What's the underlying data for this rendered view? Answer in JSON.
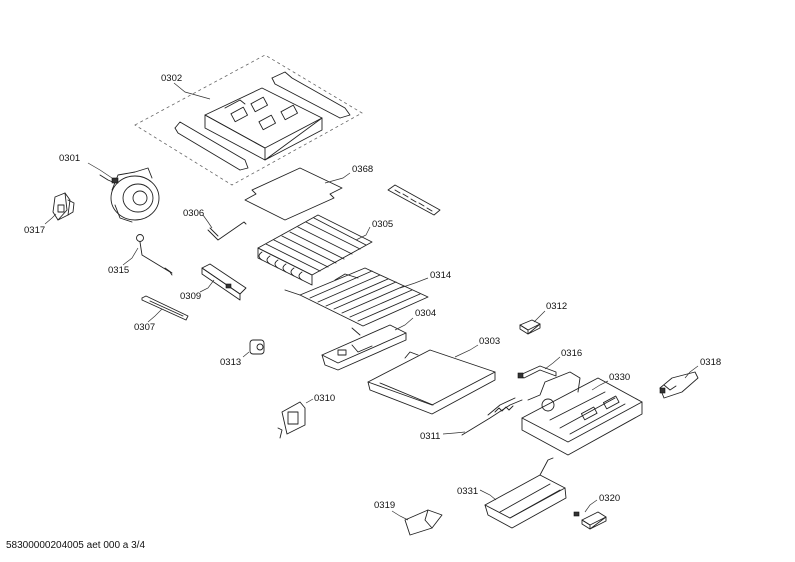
{
  "parts": [
    {
      "id": "p0302",
      "label": "0302"
    },
    {
      "id": "p0301",
      "label": "0301"
    },
    {
      "id": "p0317",
      "label": "0317"
    },
    {
      "id": "p0368",
      "label": "0368"
    },
    {
      "id": "p0306",
      "label": "0306"
    },
    {
      "id": "p0305",
      "label": "0305"
    },
    {
      "id": "p0315",
      "label": "0315"
    },
    {
      "id": "p0314",
      "label": "0314"
    },
    {
      "id": "p0309",
      "label": "0309"
    },
    {
      "id": "p0312",
      "label": "0312"
    },
    {
      "id": "p0307",
      "label": "0307"
    },
    {
      "id": "p0304",
      "label": "0304"
    },
    {
      "id": "p0303",
      "label": "0303"
    },
    {
      "id": "p0313",
      "label": "0313"
    },
    {
      "id": "p0316",
      "label": "0316"
    },
    {
      "id": "p0318",
      "label": "0318"
    },
    {
      "id": "p0330",
      "label": "0330"
    },
    {
      "id": "p0310",
      "label": "0310"
    },
    {
      "id": "p0311",
      "label": "0311"
    },
    {
      "id": "p0331",
      "label": "0331"
    },
    {
      "id": "p0320",
      "label": "0320"
    },
    {
      "id": "p0319",
      "label": "0319"
    }
  ],
  "footer": "58300000204005 aet 000 a 3/4"
}
